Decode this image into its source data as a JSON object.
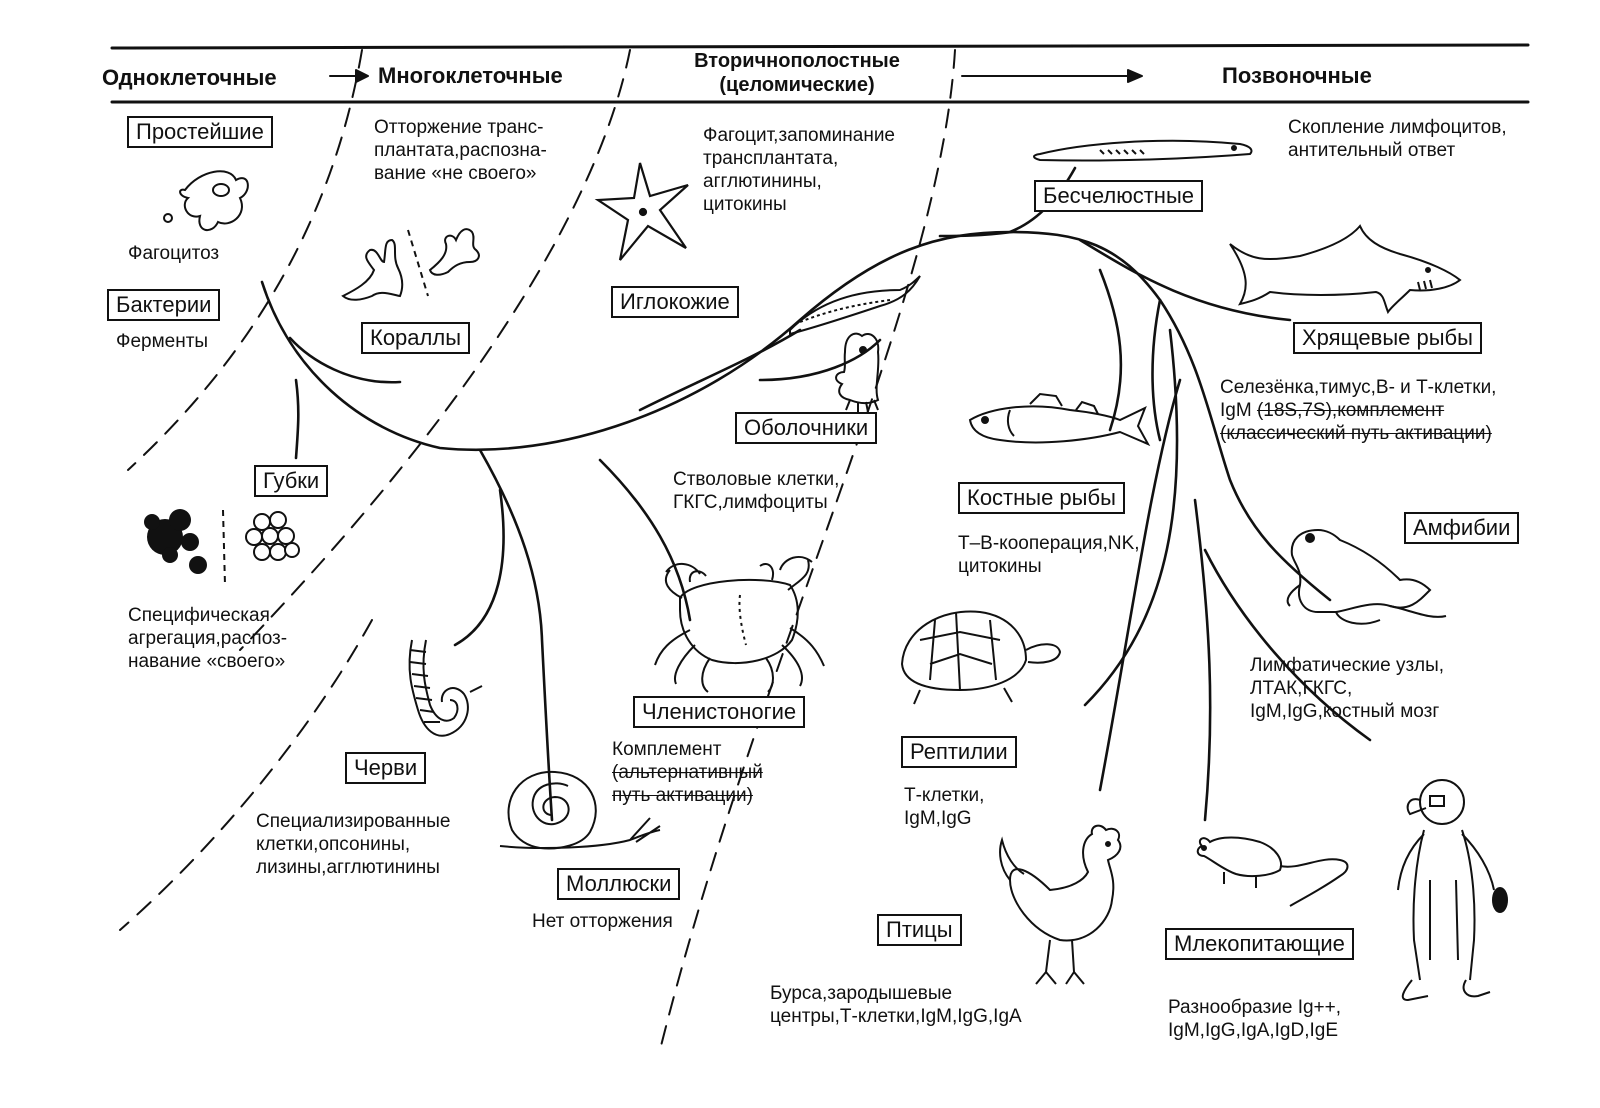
{
  "header": {
    "col1": "Одноклеточные",
    "col2": "Многоклеточные",
    "col3": "Вторичнополостные",
    "col3_sub": "(целомические)",
    "col4": "Позвоночные"
  },
  "groups": {
    "prosteishie": "Простейшие",
    "bakterii": "Бактерии",
    "gubki": "Губки",
    "koralli": "Кораллы",
    "chervi": "Черви",
    "molluski": "Моллюски",
    "iglokozhie": "Иглокожие",
    "obolochniki": "Оболочники",
    "chlenistonogie": "Членистоногие",
    "beschelyustnye": "Бесчелюстные",
    "hryashchevye": "Хрящевые рыбы",
    "kostnye": "Костные рыбы",
    "amfibii": "Амфибии",
    "reptilii": "Рептилии",
    "ptitsy": "Птицы",
    "mlekopitayushchie": "Млекопитающие"
  },
  "notes": {
    "fagotsitoz": "Фагоцитоз",
    "fermenty": "Ферменты",
    "ottorzhenie": "Отторжение транс-\nплантата,распозна-\nвание «не своего»",
    "gubki": "Специфическая\nагрегация,распоз-\nнавание «своего»",
    "chervi": "Специализированные\nклетки,опсонины,\nлизины,агглютинины",
    "molluski": "Нет отторжения",
    "iglokozhie": "Фагоцит,запоминание\nтрансплантата,\nагглютинины,\nцитокины",
    "obolochniki": "Стволовые клетки,\nГКГС,лимфоциты",
    "chlenistonogie_1": "Комплемент",
    "chlenistonogie_2": "(альтернативный\nпуть активации)",
    "beschelyustnye": "Скопление лимфоцитов,\nантительный ответ",
    "hryashchevye_1": "Селезёнка,тимус,В- и Т-клетки,",
    "hryashchevye_2a": "IgM ",
    "hryashchevye_2b": "(18S,7S),комплемент",
    "hryashchevye_3": "(классический путь активации)",
    "kostnye": "Т–В-кооперация,NK,\nцитокины",
    "amfibii": "Лимфатические узлы,\nЛТАК,ГКГС,\nIgM,IgG,костный мозг",
    "reptilii": "Т-клетки,\nIgM,IgG",
    "ptitsy": "Бурса,зародышевые\nцентры,Т-клетки,IgM,IgG,IgA",
    "mlekopitayushchie": "Разнообразие Ig++,\nIgM,IgG,IgA,IgD,IgE"
  },
  "icons": [
    "amoeba-icon",
    "coral-icon",
    "sponge-icon",
    "starfish-icon",
    "lancelet-icon",
    "tunicate-icon",
    "crab-icon",
    "worm-icon",
    "snail-icon",
    "lamprey-icon",
    "shark-icon",
    "fish-icon",
    "frog-icon",
    "turtle-icon",
    "rooster-icon",
    "mouse-icon",
    "human-icon"
  ],
  "colors": {
    "ink": "#111111",
    "background": "#ffffff"
  }
}
